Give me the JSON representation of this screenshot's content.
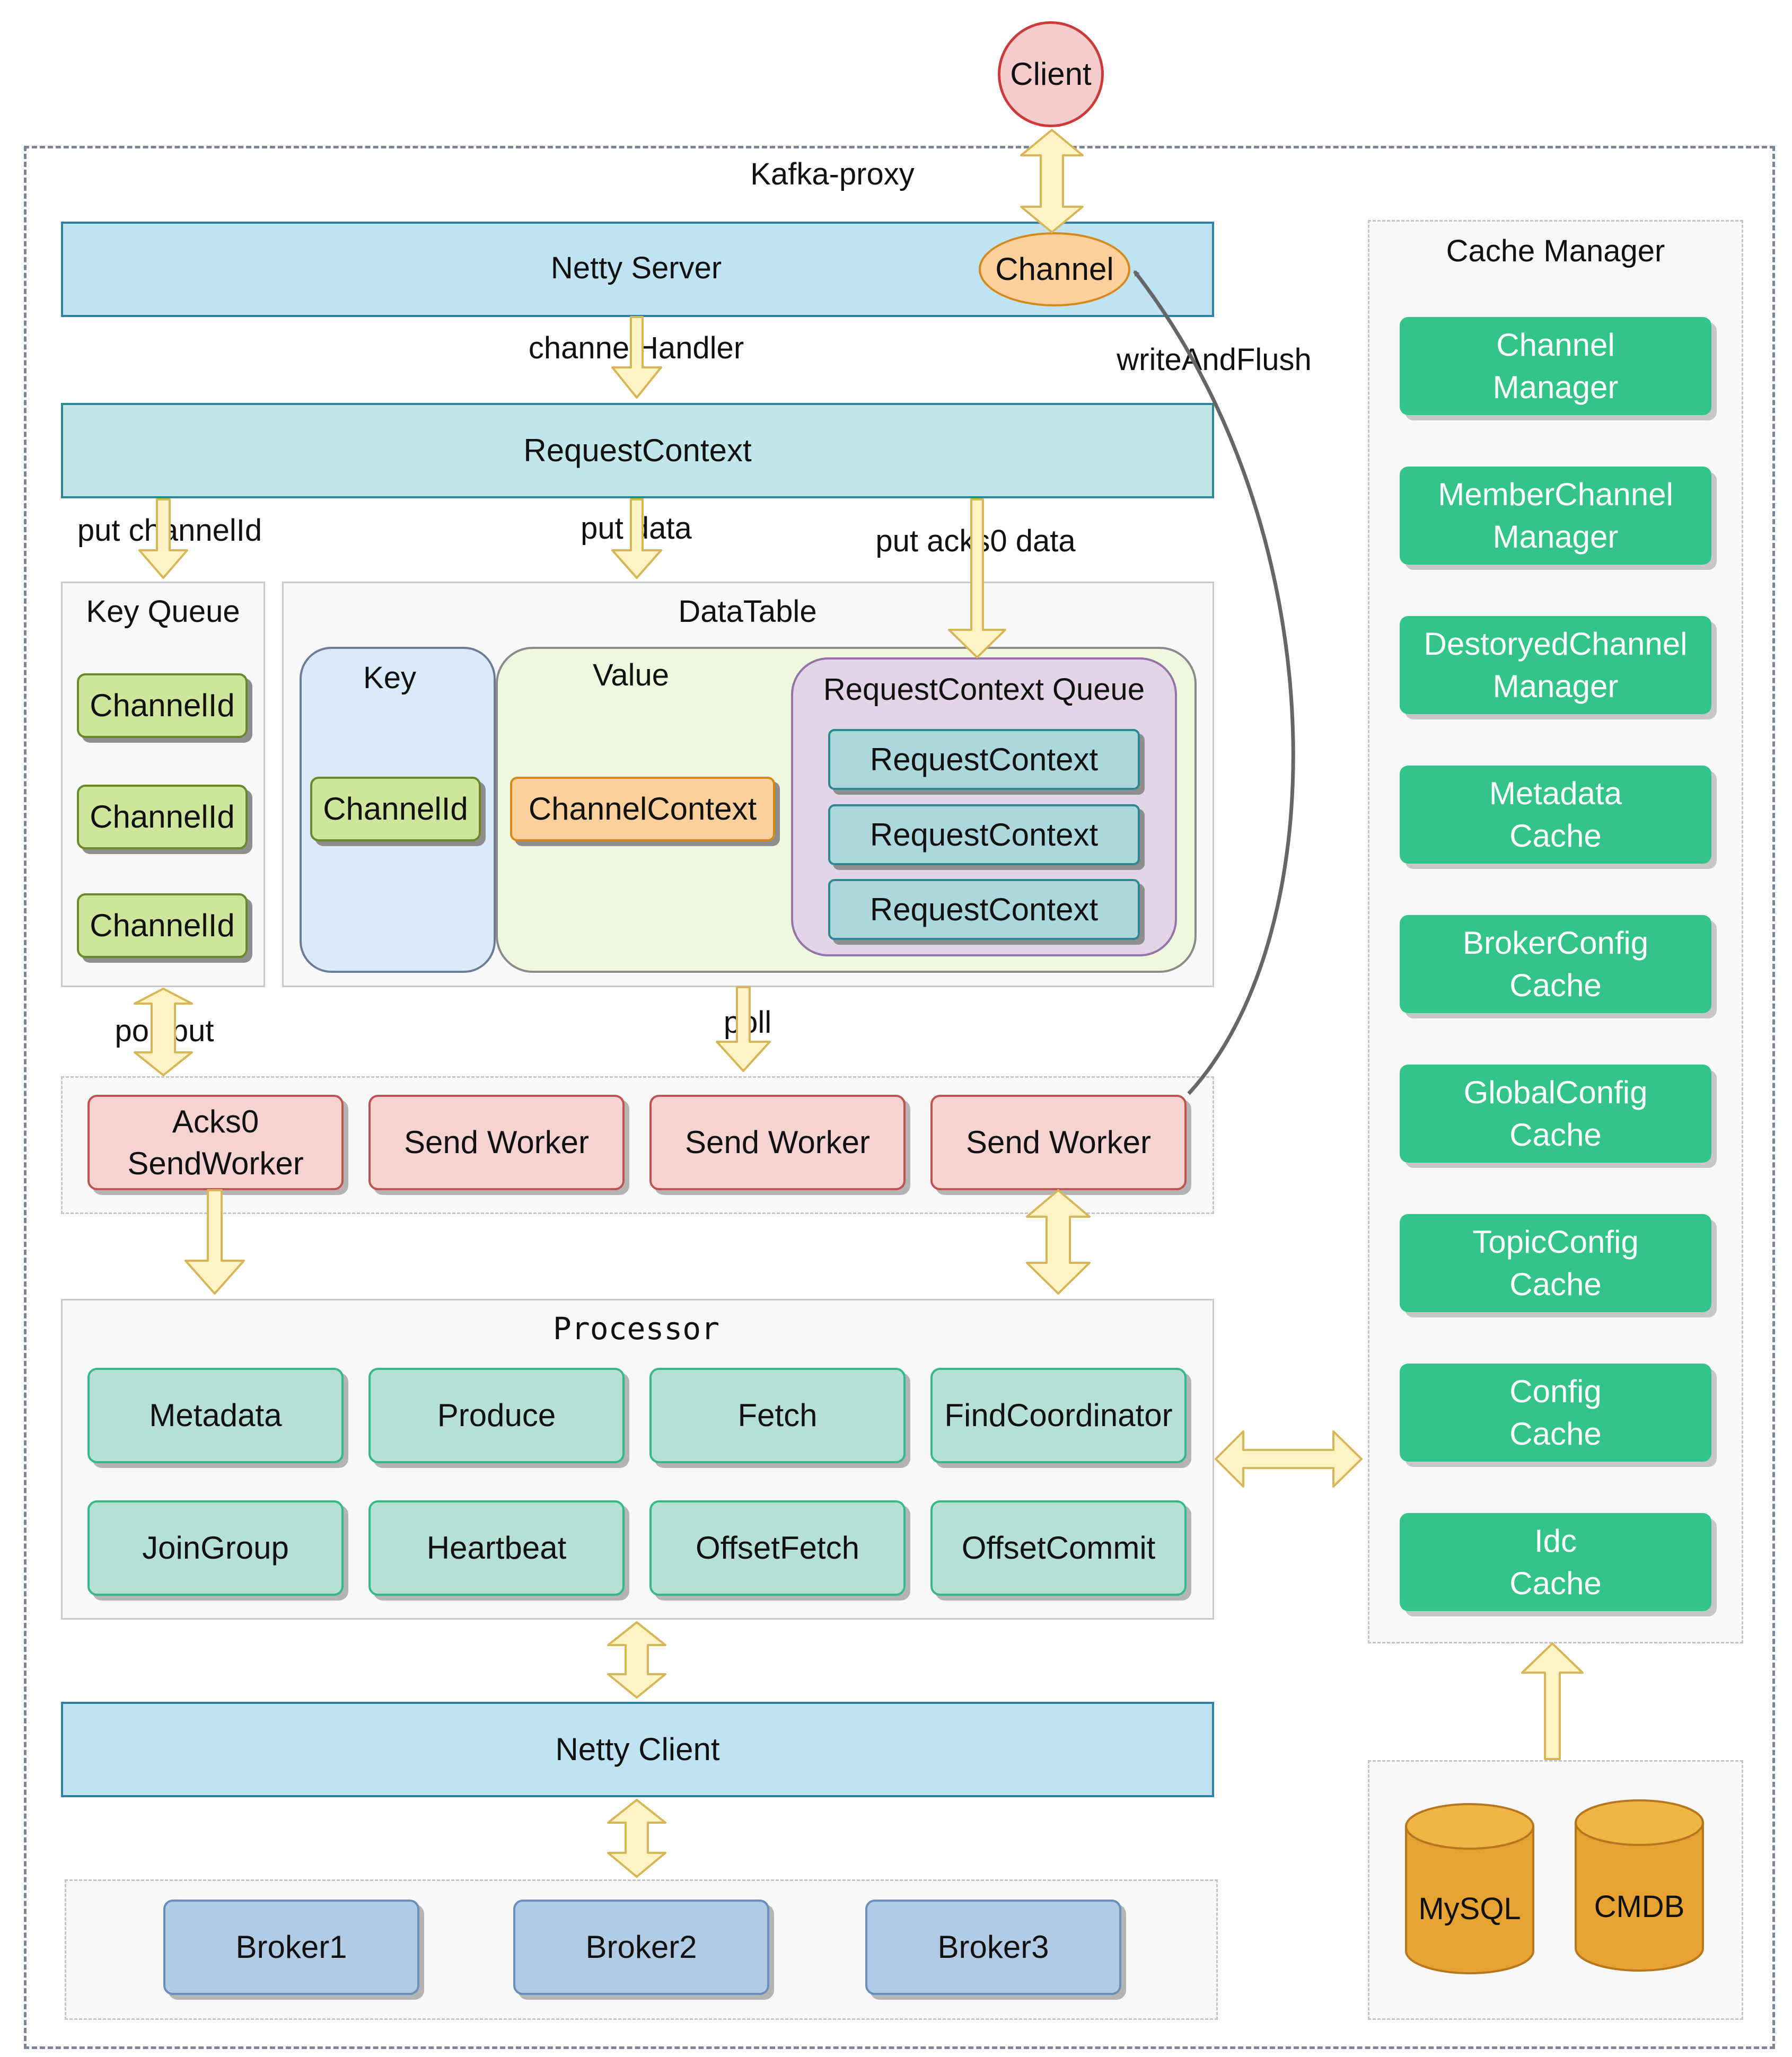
{
  "client": "Client",
  "proxy_title": "Kafka-proxy",
  "netty_server": {
    "title": "Netty Server",
    "channel": "Channel"
  },
  "edges": {
    "channel_handler": "channelHandler",
    "write_and_flush": "writeAndFlush",
    "put_channel_id": "put channelId",
    "put_data": "put data",
    "put_acks0_data": "put acks0 data",
    "poll_put": "poll/put",
    "poll": "poll"
  },
  "request_context_bar": "RequestContext",
  "key_queue": {
    "title": "Key Queue",
    "items": [
      "ChannelId",
      "ChannelId",
      "ChannelId"
    ]
  },
  "data_table": {
    "title": "DataTable",
    "key": {
      "title": "Key",
      "item": "ChannelId"
    },
    "value": {
      "title": "Value",
      "channel_context": "ChannelContext",
      "queue": {
        "title": "RequestContext Queue",
        "items": [
          "RequestContext",
          "RequestContext",
          "RequestContext"
        ]
      }
    }
  },
  "workers": [
    "Acks0\nSendWorker",
    "Send Worker",
    "Send Worker",
    "Send Worker"
  ],
  "processor": {
    "title": "Processor",
    "handlers": [
      "Metadata",
      "Produce",
      "Fetch",
      "FindCoordinator",
      "JoinGroup",
      "Heartbeat",
      "OffsetFetch",
      "OffsetCommit"
    ]
  },
  "netty_client": "Netty Client",
  "brokers": [
    "Broker1",
    "Broker2",
    "Broker3"
  ],
  "cache_manager": {
    "title": "Cache Manager",
    "items": [
      "Channel\nManager",
      "MemberChannel\nManager",
      "DestoryedChannel\nManager",
      "Metadata\nCache",
      "BrokerConfig\nCache",
      "GlobalConfig\nCache",
      "TopicConfig\nCache",
      "Config\nCache",
      "Idc\nCache"
    ]
  },
  "databases": [
    "MySQL",
    "CMDB"
  ],
  "colors": {
    "arrow_fill": "#fff2c4",
    "arrow_stroke": "#d6b656",
    "cache_green": "#33c489",
    "frame_dash": "#7b8597"
  }
}
